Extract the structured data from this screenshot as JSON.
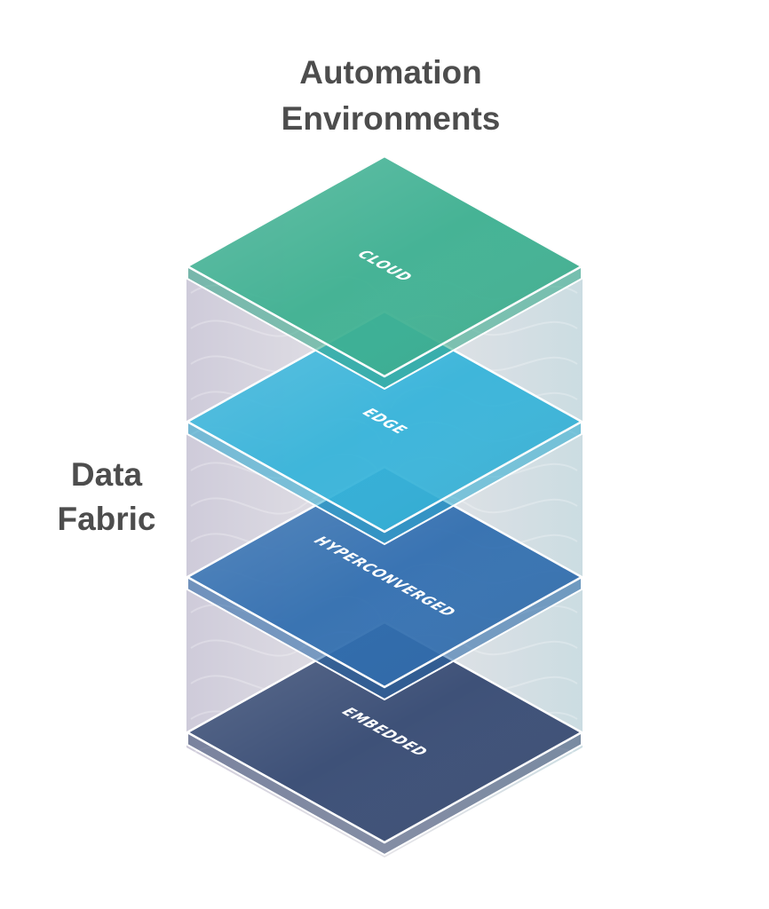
{
  "title": {
    "line1": "Automation",
    "line2": "Environments"
  },
  "side_label": {
    "line1": "Data",
    "line2": "Fabric"
  },
  "layers": [
    {
      "label": "CLOUD",
      "color": "#3aaf8f"
    },
    {
      "label": "EDGE",
      "color": "#33b3d9"
    },
    {
      "label": "HYPERCONVERGED",
      "color": "#2d6cae"
    },
    {
      "label": "EMBEDDED",
      "color": "#3e5178"
    }
  ],
  "colors": {
    "column_tint": "#b9bcc8",
    "text": "#4d4d4d"
  }
}
